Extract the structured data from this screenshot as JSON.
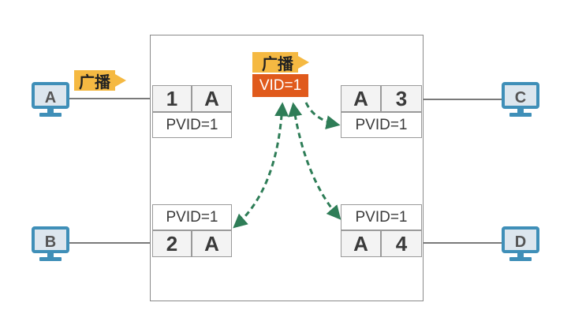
{
  "broadcast_label": "广播",
  "vid_label": "VID=1",
  "hosts": {
    "a": "A",
    "b": "B",
    "c": "C",
    "d": "D"
  },
  "ports": {
    "p1": {
      "number": "1",
      "vlan": "A",
      "pvid": "PVID=1"
    },
    "p2": {
      "number": "2",
      "vlan": "A",
      "pvid": "PVID=1"
    },
    "p3": {
      "number": "3",
      "vlan": "A",
      "pvid": "PVID=1"
    },
    "p4": {
      "number": "4",
      "vlan": "A",
      "pvid": "PVID=1"
    }
  },
  "colors": {
    "tag": "#f5b942",
    "vid": "#e05a1c",
    "flow_arrow": "#2e7d57",
    "monitor": "#3f8fb8"
  }
}
